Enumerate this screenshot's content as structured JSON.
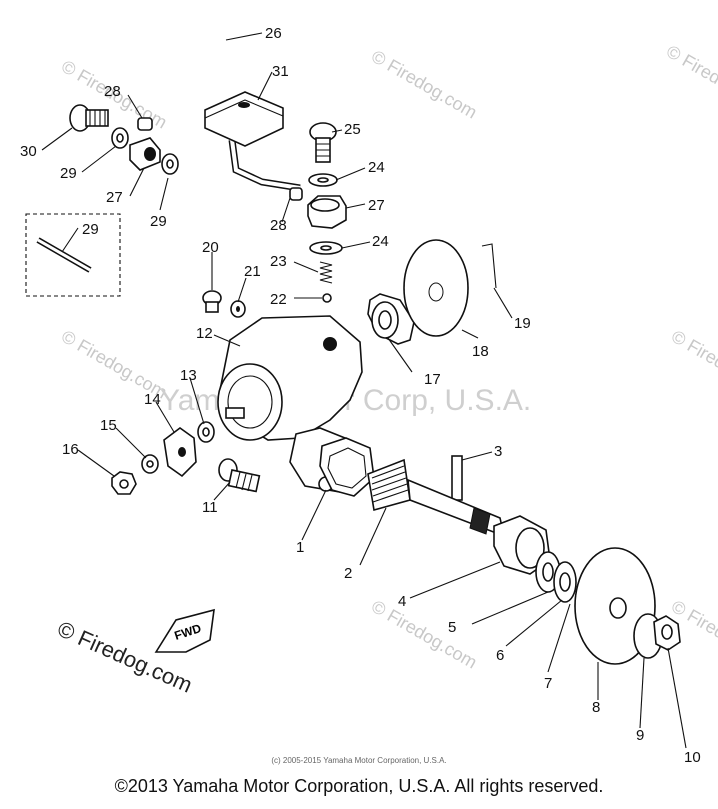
{
  "watermark": {
    "site": "© Firedog.com",
    "center": "Yamaha Motor Corp, U.S.A."
  },
  "brand_mark": {
    "text": "© Firedog.com",
    "fwd_label": "FWD"
  },
  "callouts": [
    "1",
    "2",
    "3",
    "4",
    "5",
    "6",
    "7",
    "8",
    "9",
    "10",
    "11",
    "12",
    "13",
    "14",
    "15",
    "16",
    "17",
    "18",
    "19",
    "20",
    "21",
    "22",
    "23",
    "24",
    "24",
    "25",
    "26",
    "27",
    "27",
    "28",
    "28",
    "29",
    "29",
    "29",
    "30",
    "31"
  ],
  "small_caption": "(c) 2005-2015 Yamaha Motor Corporation, U.S.A.",
  "footer": "©2013 Yamaha Motor Corporation, U.S.A. All rights reserved."
}
